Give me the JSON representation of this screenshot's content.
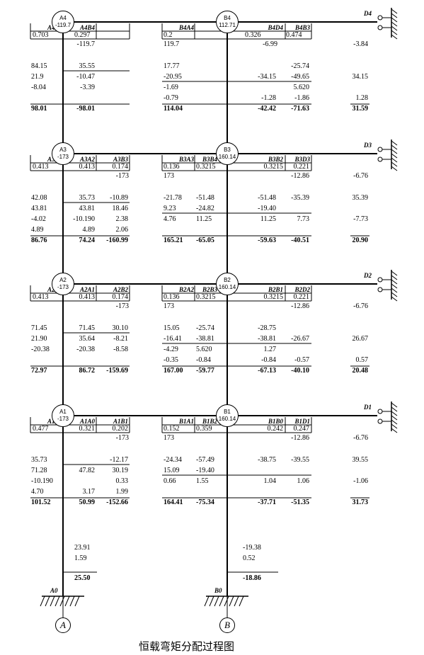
{
  "caption": "恒载弯矩分配过程图",
  "axes": {
    "a": "A",
    "b": "B"
  },
  "supports": {
    "a": "A0",
    "b": "B0"
  },
  "right_supports": [
    "D4",
    "D3",
    "D2",
    "D1"
  ],
  "floors": [
    {
      "node_a": {
        "name": "A4",
        "val": "-119.7"
      },
      "node_b": {
        "name": "B4",
        "val": "112.71"
      },
      "headers": [
        "A4A3",
        "A4B4",
        "B4A4",
        "B4D4",
        "B4B3"
      ],
      "factors": [
        "0.703",
        "0.297",
        "0.2",
        "0.326",
        "0.474"
      ],
      "fem": {
        "a2": "-119.7",
        "b1": "119.7",
        "b3": "-6.99",
        "d": "-3.84"
      },
      "rows": [
        [
          "84.15",
          "35.55",
          "",
          "17.77",
          "",
          "",
          "-25.74",
          ""
        ],
        [
          "21.9",
          "-10.47",
          "",
          "-20.95",
          "",
          "-34.15",
          "-49.65",
          "34.15"
        ],
        [
          "-8.04",
          "-3.39",
          "",
          "-1.69",
          "",
          "",
          "5.620",
          ""
        ],
        [
          "",
          "",
          "",
          "-0.79",
          "",
          "-1.28",
          "-1.86",
          "1.28"
        ]
      ],
      "totals": [
        "98.01",
        "-98.01",
        "",
        "114.04",
        "",
        "-42.42",
        "-71.63",
        "31.59"
      ]
    },
    {
      "node_a": {
        "name": "A3",
        "val": "-173"
      },
      "node_b": {
        "name": "B3",
        "val": "160.14"
      },
      "headers": [
        "A3A4",
        "A3A2",
        "A3B3",
        "B3A3",
        "B3B4",
        "B3B2",
        "B3D3"
      ],
      "factors": [
        "0.413",
        "0.413",
        "0.174",
        "0.136",
        "0.3215",
        "0.3215",
        "0.221"
      ],
      "fem": {
        "a3": "-173",
        "b1": "173",
        "b4": "-12.86",
        "d": "-6.76"
      },
      "rows": [
        [
          "42.08",
          "35.73",
          "-10.89",
          "-21.78",
          "-51.48",
          "-51.48",
          "-35.39",
          "35.39"
        ],
        [
          "43.81",
          "43.81",
          "18.46",
          "9.23",
          "-24.82",
          "-19.40",
          "",
          ""
        ],
        [
          "-4.02",
          "-10.190",
          "2.38",
          "4.76",
          "11.25",
          "11.25",
          "7.73",
          "-7.73"
        ],
        [
          "4.89",
          "4.89",
          "2.06",
          "",
          "",
          "",
          "",
          ""
        ]
      ],
      "totals": [
        "86.76",
        "74.24",
        "-160.99",
        "165.21",
        "-65.05",
        "-59.63",
        "-40.51",
        "20.90"
      ]
    },
    {
      "node_a": {
        "name": "A2",
        "val": "-173"
      },
      "node_b": {
        "name": "B2",
        "val": "160.14"
      },
      "headers": [
        "A2A3",
        "A2A1",
        "A2B2",
        "B2A2",
        "B2B3",
        "B2B1",
        "B2D2"
      ],
      "factors": [
        "0.413",
        "0.413",
        "0.174",
        "0.136",
        "0.3215",
        "0.3215",
        "0.221"
      ],
      "fem": {
        "a3": "-173",
        "b1": "173",
        "b4": "-12.86",
        "d": "-6.76"
      },
      "rows": [
        [
          "71.45",
          "71.45",
          "30.10",
          "15.05",
          "-25.74",
          "-28.75",
          "",
          ""
        ],
        [
          "21.90",
          "35.64",
          "-8.21",
          "-16.41",
          "-38.81",
          "-38.81",
          "-26.67",
          "26.67"
        ],
        [
          "-20.38",
          "-20.38",
          "-8.58",
          "-4.29",
          "5.620",
          "1.27",
          "",
          ""
        ],
        [
          "",
          "",
          "",
          "-0.35",
          "-0.84",
          "-0.84",
          "-0.57",
          "0.57"
        ]
      ],
      "totals": [
        "72.97",
        "86.72",
        "-159.69",
        "167.00",
        "-59.77",
        "-67.13",
        "-40.10",
        "20.48"
      ]
    },
    {
      "node_a": {
        "name": "A1",
        "val": "-173"
      },
      "node_b": {
        "name": "B1",
        "val": "160.14"
      },
      "headers": [
        "A1A2",
        "A1A0",
        "A1B1",
        "B1A1",
        "B1B2",
        "B1B0",
        "B1D1"
      ],
      "factors": [
        "0.477",
        "0.321",
        "0.202",
        "0.152",
        "0.359",
        "0.242",
        "0.247"
      ],
      "fem": {
        "a3": "-173",
        "b1": "173",
        "b4": "-12.86",
        "d": "-6.76"
      },
      "rows": [
        [
          "35.73",
          "",
          "-12.17",
          "-24.34",
          "-57.49",
          "-38.75",
          "-39.55",
          "39.55"
        ],
        [
          "71.28",
          "47.82",
          "30.19",
          "15.09",
          "-19.40",
          "",
          "",
          ""
        ],
        [
          "-10.190",
          "",
          "0.33",
          "0.66",
          "1.55",
          "1.04",
          "1.06",
          "-1.06"
        ],
        [
          "4.70",
          "3.17",
          "1.99",
          "",
          "",
          "",
          "",
          ""
        ]
      ],
      "totals": [
        "101.52",
        "50.99",
        "-152.66",
        "164.41",
        "-75.34",
        "-37.71",
        "-51.35",
        "31.73"
      ]
    }
  ],
  "bottom": {
    "a": [
      "23.91",
      "1.59"
    ],
    "a_total": "25.50",
    "b": [
      "-19.38",
      "0.52"
    ],
    "b_total": "-18.86"
  }
}
